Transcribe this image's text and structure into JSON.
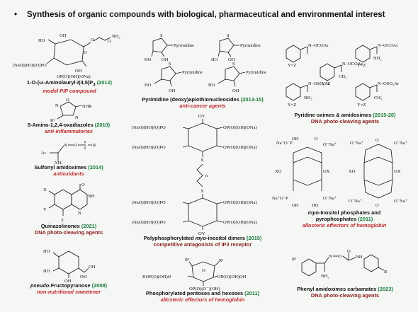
{
  "slide": {
    "bullet": "•",
    "heading": "Synthesis of organic compounds with biological, pharmaceutical and environmental interest"
  },
  "items": {
    "pip": {
      "title": "1-O-(ω-Aminolauryl-I(4,5)P",
      "sub3": "3",
      "year": " (2012)",
      "subtitle": "model PIP compound"
    },
    "oxadiazoles": {
      "title": "5-Amino-1,2,4-oxadiazoles",
      "year": " (2010)",
      "subtitle": "anti-inflammatories"
    },
    "sulfonyl": {
      "title": "Sulfonyl amidoximes",
      "year": " (2014)",
      "subtitle": "antioxidants"
    },
    "quinazolinones": {
      "title": "Quinazolinones",
      "year": " (2021)",
      "subtitle": "DNA photo-cleaving agents"
    },
    "pseudo": {
      "title_italic": "pseudo",
      "title": "-Fructopyranose",
      "year": " (2008)",
      "subtitle": "non-nutritional sweetener"
    },
    "pyrimidine": {
      "title": "Pyrimidine (deoxy)apiothionucleosides",
      "year": " (2013-15)",
      "subtitle": "anti-cancer agents"
    },
    "dimers": {
      "title_pre": "Polyphosphorylated ",
      "title_italic": "myo",
      "title": "-inositol dimers",
      "year": " (2015)",
      "subtitle": "competitive antagonists of IP3 receptor"
    },
    "pentoses": {
      "title": "Phosphorylated pentoses and hexoses",
      "year": " (2011)",
      "subtitle": "allosteric effectors of hemoglobin"
    },
    "oximes": {
      "title": "Pyridine oximes  & amidoximes",
      "year": " (2015-20)",
      "subtitle": "DNA photo-cleaving agents"
    },
    "inositol_p": {
      "title_italic": "myo",
      "title": "-Inositol phosphates and",
      "title2": "pyrophosphates",
      "year": " (2011)",
      "subtitle": "allosteric effectors of hemoglobin"
    },
    "carbamates": {
      "title": "Phenyl amidoximes carbamates",
      "year": " (2023)",
      "subtitle": "DNA photo-cleaving agents"
    }
  },
  "labels": {
    "ho": "HO",
    "oh": "OH",
    "nh2": "NH₂",
    "nh": "NH",
    "n": "N",
    "o": "O",
    "s": "S",
    "x": "X",
    "y": "Y",
    "z": "Z",
    "r": "R",
    "r1": "R¹",
    "r2": "R²",
    "ar": "Ar",
    "oy": "OY",
    "ox": "OX",
    "xo": "XO",
    "lauryl_n": "11",
    "pip_left": "(NaO)(HO)(O)PO",
    "pip_right": "OP(O)(OH)(ONa)",
    "nhr": "NHR",
    "pyrimidine": "Pyrimidine",
    "ocoar": "N–OCOAr",
    "oso2ar": "N–OSO₂Ar",
    "yz": "Y=Z",
    "ch3": "CH₃",
    "dimer_left": "(NaO)(HO)(O)PO",
    "dimer_right": "OP(O)(OH)(ONa)",
    "so2": "S",
    "ona": "O⁻Na⁺",
    "na_p": "Na⁺O⁻P",
    "pent_left": "HOP(O)(OH)O",
    "pent_right1": "OP(O)(OH)OH",
    "pent_right2": "OP(O)(O⁻)(OH)",
    "n_idx": "n"
  }
}
